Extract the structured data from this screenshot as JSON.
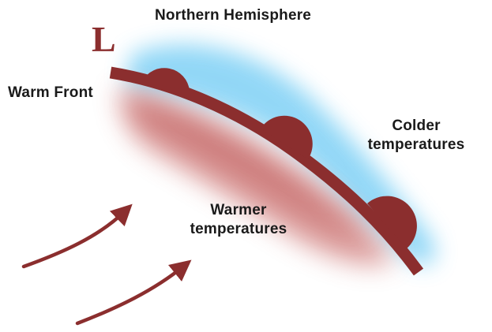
{
  "title": "Northern Hemisphere",
  "front_label": "Warm Front",
  "low_pressure_symbol": "L",
  "cold_side": {
    "line1": "Colder",
    "line2": "temperatures"
  },
  "warm_side": {
    "line1": "Warmer",
    "line2": "temperatures"
  },
  "colors": {
    "front": "#8b2e2e",
    "warm_air": "#c0504d",
    "cold_air": "#7fd0f5"
  },
  "icons": [
    "warm-front-semicircle-icon",
    "wind-arrow-icon"
  ]
}
